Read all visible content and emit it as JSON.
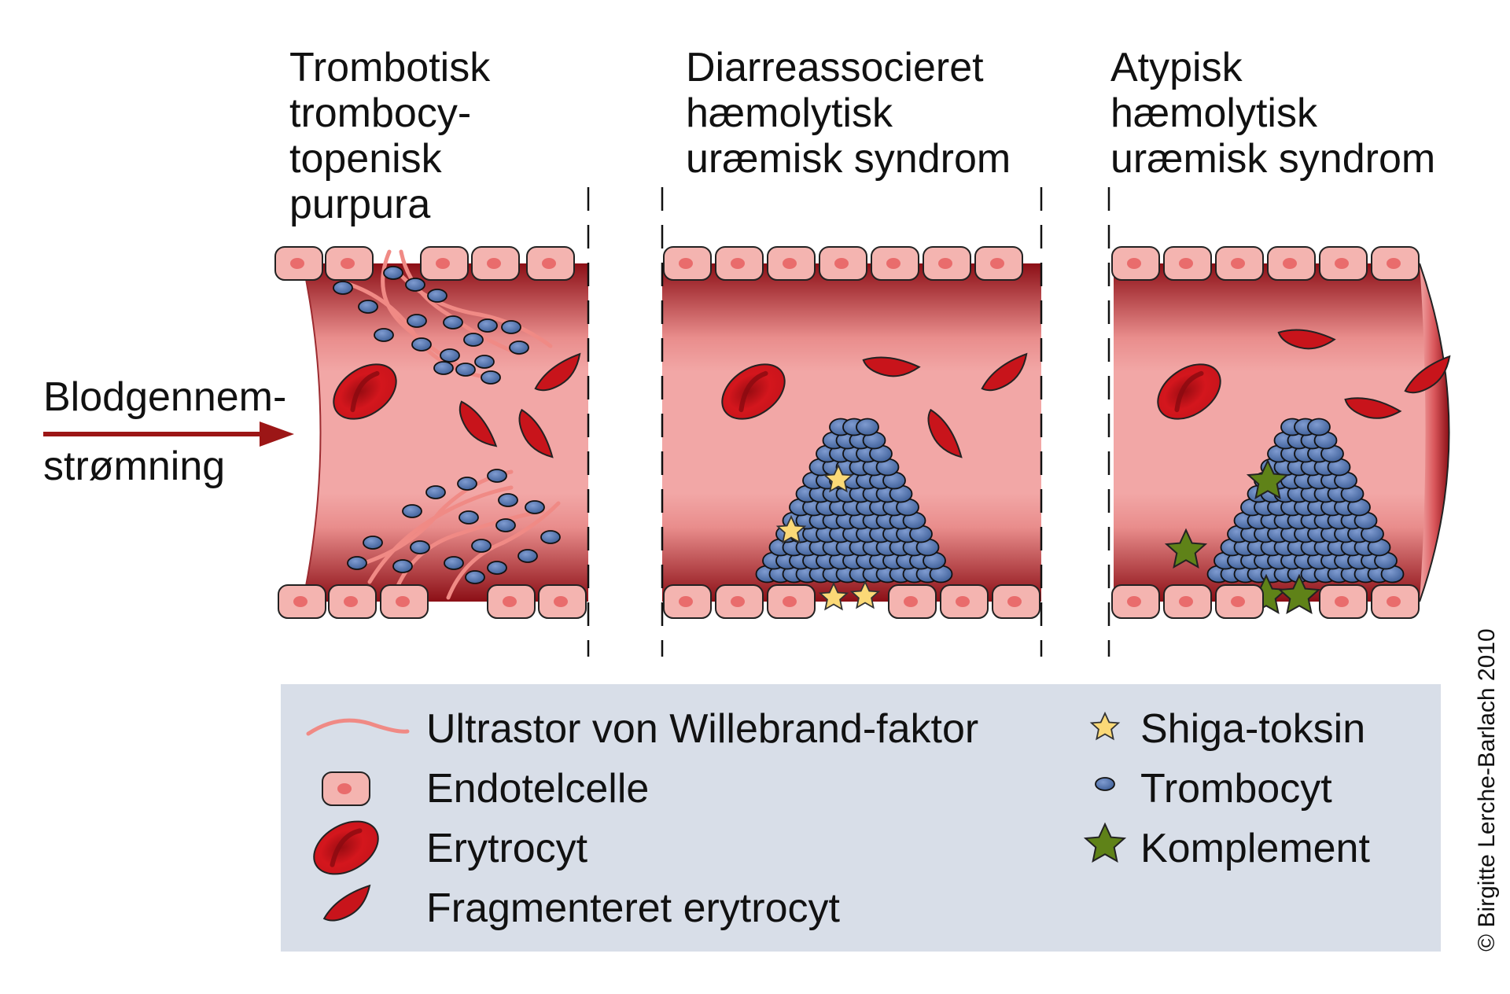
{
  "panels": [
    {
      "title_lines": [
        "Trombotisk",
        "trombocy-",
        "topenisk",
        "purpura"
      ]
    },
    {
      "title_lines": [
        "Diarreassocieret",
        "hæmolytisk",
        "uræmisk syndrom"
      ]
    },
    {
      "title_lines": [
        "Atypisk",
        "hæmolytisk",
        "uræmisk syndrom"
      ]
    }
  ],
  "flow_label_lines": [
    "Blodgennem-",
    "strømning"
  ],
  "legend": {
    "left": [
      {
        "icon": "vwf-strand-icon",
        "label": "Ultrastor von Willebrand-faktor"
      },
      {
        "icon": "endothelial-cell-icon",
        "label": "Endotelcelle"
      },
      {
        "icon": "erythrocyte-icon",
        "label": "Erytrocyt"
      },
      {
        "icon": "fragmented-erythrocyte-icon",
        "label": "Fragmenteret erytrocyt"
      }
    ],
    "right": [
      {
        "icon": "shiga-toxin-star-icon",
        "label": "Shiga-toksin"
      },
      {
        "icon": "platelet-icon",
        "label": "Trombocyt"
      },
      {
        "icon": "complement-star-icon",
        "label": "Komplement"
      }
    ]
  },
  "copyright": "© Birgitte Lerche-Barlach 2010",
  "colors": {
    "lumen_light": "#f2a7a6",
    "lumen_dark": "#8c0f16",
    "cell_fill": "#f4b4b0",
    "cell_nucleus": "#e96c6c",
    "rbc": "#c8141b",
    "platelet": "#3e5f98",
    "vwf": "#f08a85",
    "shiga": "#fbd977",
    "complement": "#5f8218",
    "legend_bg": "#d8dee8",
    "flow_arrow": "#9c1616"
  }
}
